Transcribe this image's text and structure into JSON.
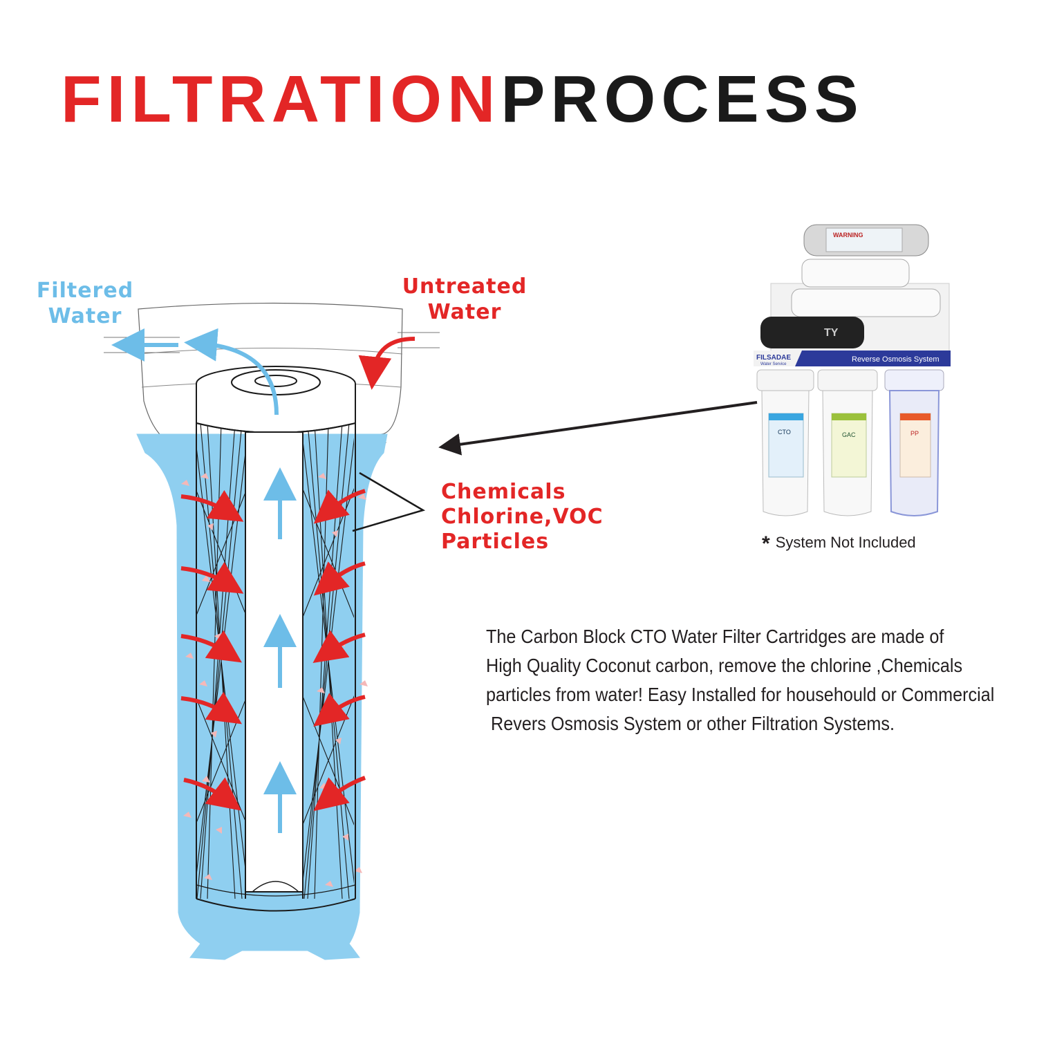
{
  "title": {
    "part1": "FILTRATION",
    "part2": "PROCESS"
  },
  "labels": {
    "filtered_line1": "Filtered",
    "filtered_line2": "Water",
    "untreated_line1": "Untreated",
    "untreated_line2": "Water",
    "contaminants_line1": "Chemicals",
    "contaminants_line2": "Chlorine,VOC",
    "contaminants_line3": "Particles"
  },
  "system_photo": {
    "brand": "FILSADAE",
    "brand_sub": "Water Service",
    "banner": "Reverse Osmosis System",
    "warning": "WARNING",
    "pump_label": "TY",
    "stages": [
      "CTO",
      "GAC",
      "PP"
    ],
    "stage_colors": [
      "#3aa6e0",
      "#9bc13c",
      "#e85a2a"
    ]
  },
  "note": {
    "star": "*",
    "text": "System Not  Included"
  },
  "description": [
    "The Carbon Block CTO Water Filter Cartridges are made of",
    "High Quality Coconut carbon, remove the chlorine ,Chemicals",
    "particles from water!  Easy Installed for househould or Commercial",
    " Revers Osmosis System or other Filtration Systems."
  ],
  "colors": {
    "red": "#e32626",
    "blue": "#6dbde8",
    "water": "#8fcff0",
    "dark": "#1a1a1a"
  }
}
